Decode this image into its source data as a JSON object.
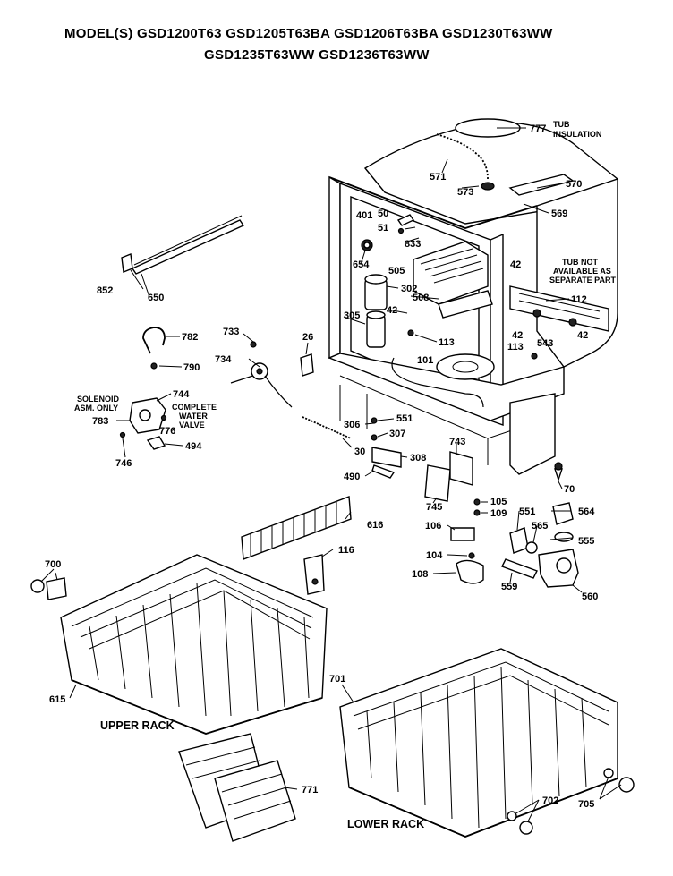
{
  "header": {
    "line1": "MODEL(S) GSD1200T63  GSD1205T63BA  GSD1206T63BA  GSD1230T63WW",
    "line2": "GSD1235T63WW  GSD1236T63WW"
  },
  "captions": {
    "upper_rack": "UPPER RACK",
    "lower_rack": "LOWER RACK"
  },
  "notes": {
    "tub_insulation_1": "TUB",
    "tub_insulation_2": "INSULATION",
    "tub_na_1": "TUB NOT",
    "tub_na_2": "AVAILABLE AS",
    "tub_na_3": "SEPARATE PART",
    "solenoid_1": "SOLENOID",
    "solenoid_2": "ASM. ONLY",
    "water_valve_1": "COMPLETE",
    "water_valve_2": "WATER",
    "water_valve_3": "VALVE"
  },
  "part_labels": {
    "p777": "777",
    "p571": "571",
    "p573": "573",
    "p570": "570",
    "p569": "569",
    "p401": "401",
    "p50": "50",
    "p51": "51",
    "p833": "833",
    "p654": "654",
    "p505": "505",
    "p42a": "42",
    "p42b": "42",
    "p42c": "42",
    "p42d": "42",
    "p302": "302",
    "p508": "508",
    "p305": "305",
    "p112": "112",
    "p113a": "113",
    "p113b": "113",
    "p543": "543",
    "p101": "101",
    "p852": "852",
    "p650": "650",
    "p782": "782",
    "p790": "790",
    "p733": "733",
    "p26": "26",
    "p734": "734",
    "p744": "744",
    "p783": "783",
    "p776": "776",
    "p494": "494",
    "p746": "746",
    "p306": "306",
    "p551a": "551",
    "p307": "307",
    "p30": "30",
    "p308": "308",
    "p743": "743",
    "p490": "490",
    "p745": "745",
    "p70": "70",
    "p105": "105",
    "p109": "109",
    "p564": "564",
    "p106": "106",
    "p551b": "551",
    "p565": "565",
    "p555": "555",
    "p616": "616",
    "p116": "116",
    "p104": "104",
    "p108": "108",
    "p559": "559",
    "p560": "560",
    "p700": "700",
    "p615": "615",
    "p701": "701",
    "p771": "771",
    "p702": "702",
    "p705": "705"
  }
}
